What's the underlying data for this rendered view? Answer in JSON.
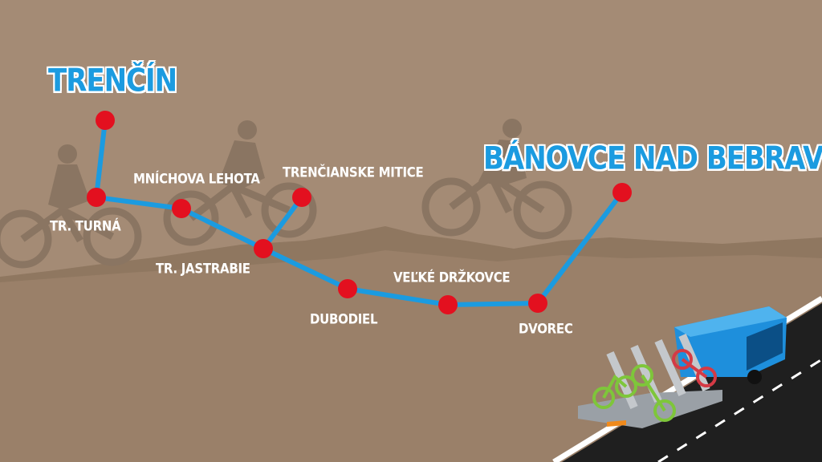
{
  "map": {
    "start_city": "TRENČÍN",
    "end_city": "BÁNOVCE NAD BEBRAVOU",
    "stops": [
      "TR. TURNÁ",
      "MNÍCHOVA LEHOTA",
      "TRENČIANSKE MITICE",
      "TR. JASTRABIE",
      "DUBODIEL",
      "VEĽKÉ DRŽKOVCE",
      "DVOREC"
    ]
  },
  "colors": {
    "background": "#a48b75",
    "hills": "#927a63",
    "silhouette": "#8a7562",
    "route_line": "#1b9be0",
    "stop_marker": "#e3101f",
    "label_text": "#ffffff",
    "city_text": "#1b9be0",
    "bus": "#1e8fdc",
    "road": "#1f1f1f"
  },
  "icons": [
    "cyclist-silhouette-icon",
    "bus-with-bike-trailer-icon"
  ]
}
